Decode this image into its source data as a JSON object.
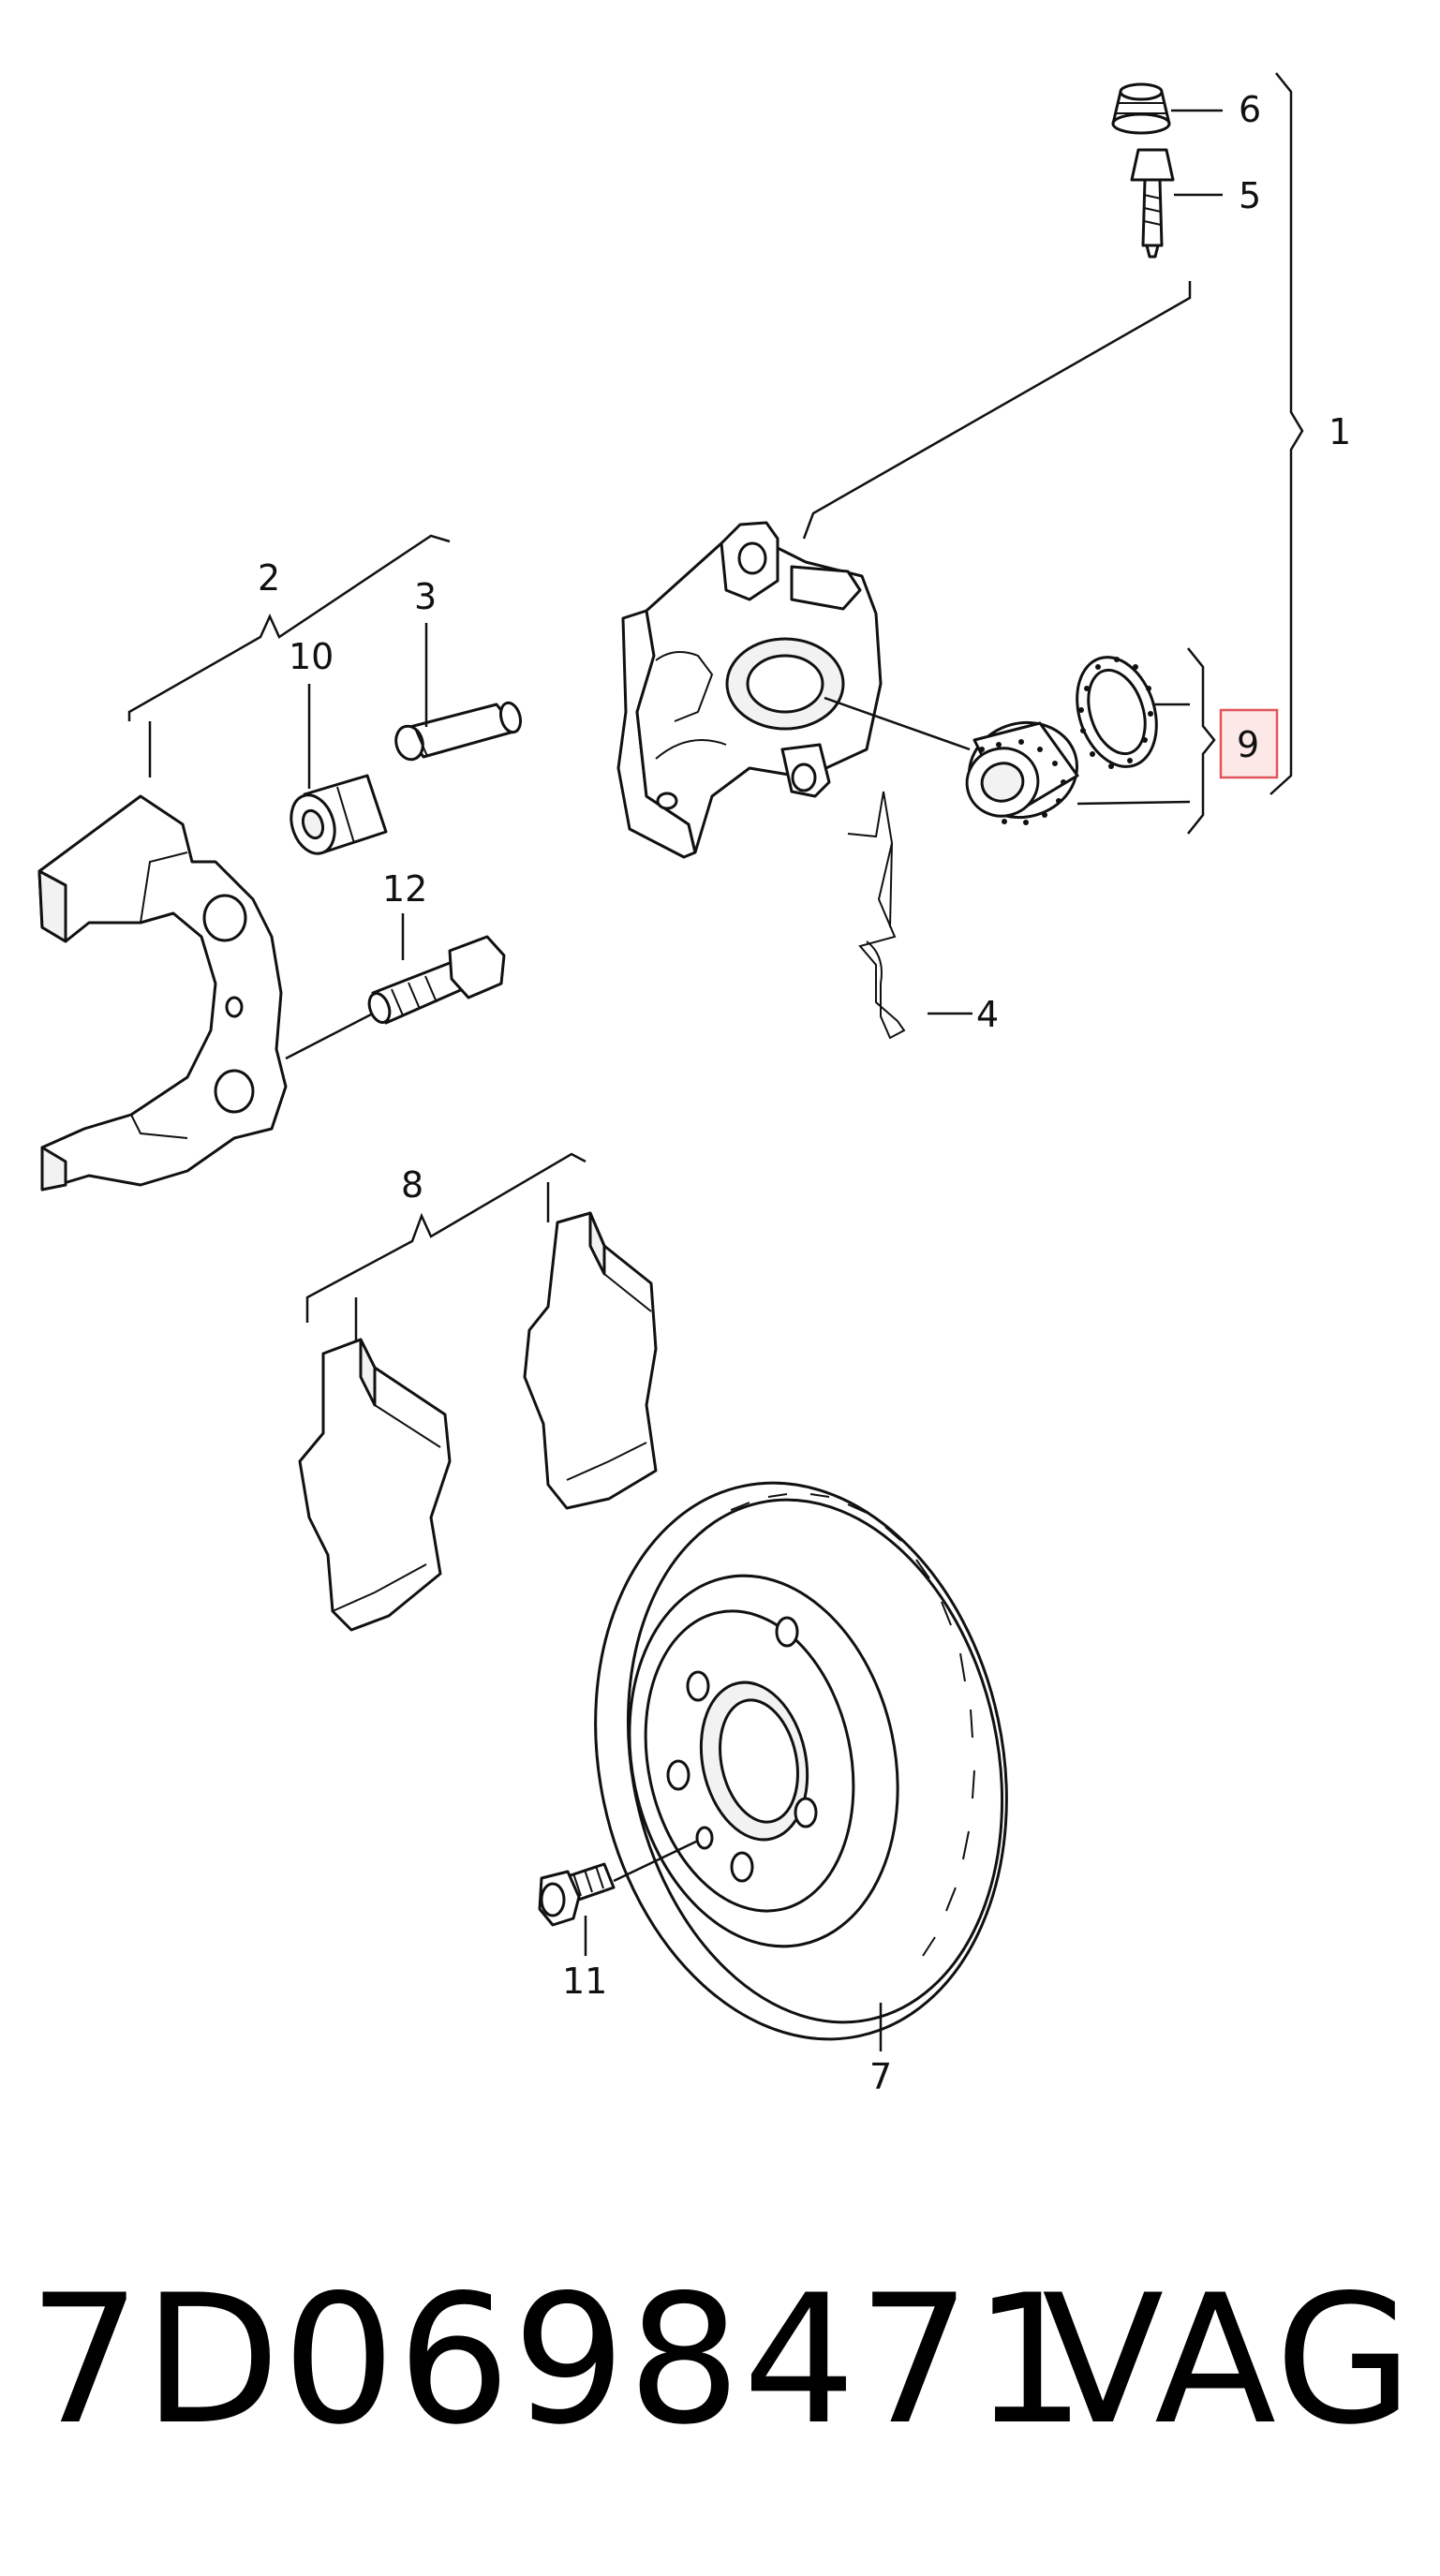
{
  "callouts": {
    "c1": "1",
    "c2": "2",
    "c3": "3",
    "c4": "4",
    "c5": "5",
    "c6": "6",
    "c7": "7",
    "c8": "8",
    "c9": "9",
    "c10": "10",
    "c11": "11",
    "c12": "12"
  },
  "highlighted_callout": "9",
  "footer": {
    "part_number": "7D0698471",
    "brand": "VAG"
  },
  "colors": {
    "highlight_fill": "#fde8e8",
    "highlight_stroke": "#e0555a"
  }
}
